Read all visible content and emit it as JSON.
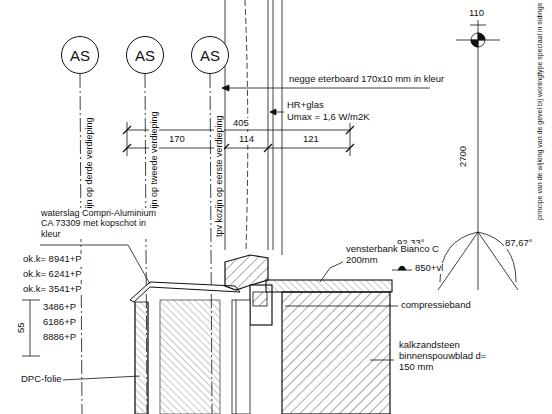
{
  "diagram": {
    "nodes": [
      {
        "text": [
          "AS"
        ]
      },
      {
        "text": [
          "AS"
        ]
      },
      {
        "text": [
          "AS"
        ]
      }
    ],
    "labels": [
      "negge eterboard 170x10 mm in kleur",
      "HR+glas",
      "Umax = 1,6 W/m2K",
      "405",
      "170",
      "114",
      "121",
      "110",
      "2700",
      "92,33°",
      "87,67°",
      "principe van de wijking van de gevel bij woningtype speciaal in sidings",
      "tpv kozijn op derde verdieping",
      "tpv kozijn op tweede verdieping",
      "tpv kozijn op eerste verdieping",
      "waterslag Compri-Aluminium CA 73309 met kopschot in kleur",
      "ok.k= 8941+P",
      "ok.k= 6241+P",
      "ok.k= 3541+P",
      "55",
      "3486+P",
      "6186+P",
      "8886+P",
      "DPC-folie",
      "vensterbank Bianco C 200mm",
      "850+vl",
      "compressieband",
      "kalkzandsteen binnenspouwblad d= 150 mm"
    ]
  }
}
